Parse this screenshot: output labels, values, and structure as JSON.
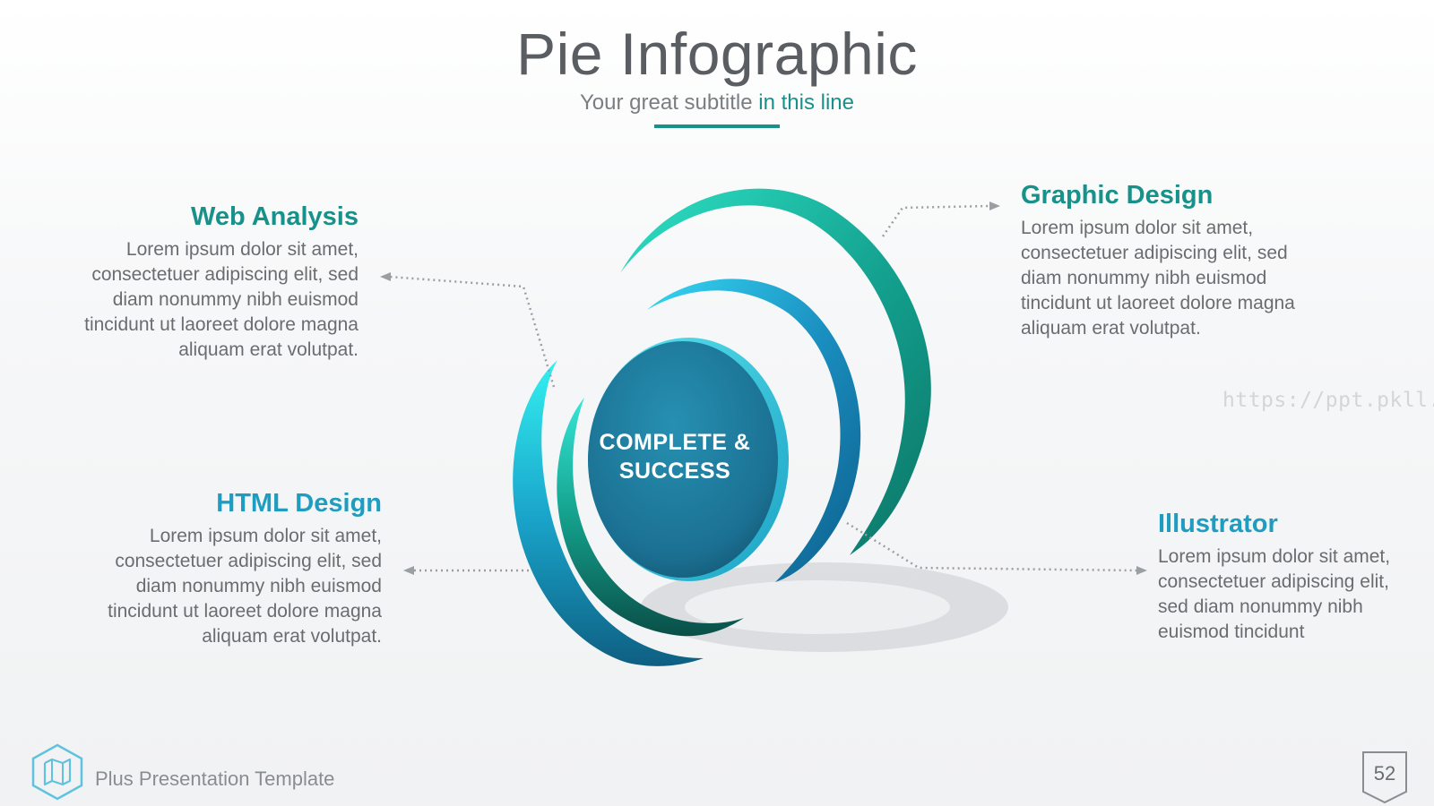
{
  "slide": {
    "title": "Pie Infographic",
    "subtitle_prefix": "Your great subtitle",
    "subtitle_accent": "in this line",
    "center_label_line1": "COMPLETE &",
    "center_label_line2": "SUCCESS",
    "watermark": "https://ppt.pkll.de"
  },
  "items": {
    "web_analysis": {
      "heading": "Web Analysis",
      "lines": [
        "Lorem ipsum dolor sit amet,",
        "consectetuer adipiscing elit, sed",
        "diam nonummy nibh euismod",
        "tincidunt ut laoreet dolore magna",
        "aliquam erat volutpat."
      ]
    },
    "html_design": {
      "heading": "HTML Design",
      "lines": [
        "Lorem ipsum dolor sit amet,",
        "consectetuer adipiscing elit, sed",
        "diam nonummy nibh euismod",
        "tincidunt ut laoreet dolore magna",
        "aliquam erat volutpat."
      ]
    },
    "graphic_design": {
      "heading": "Graphic Design",
      "lines": [
        "Lorem ipsum dolor sit amet,",
        "consectetuer adipiscing elit, sed",
        "diam nonummy nibh euismod",
        "tincidunt ut laoreet dolore magna",
        "aliquam erat volutpat."
      ]
    },
    "illustrator": {
      "heading": "Illustrator",
      "lines": [
        "Lorem ipsum dolor sit amet,",
        "consectetuer adipiscing elit,",
        "sed diam nonummy nibh",
        "euismod tincidunt"
      ]
    }
  },
  "footer": {
    "template_name": "Plus Presentation Template",
    "page_number": "52"
  },
  "colors": {
    "accent_teal": "#18918a",
    "accent_blue": "#1e9dc0",
    "center_disc": "#1f7f9f"
  },
  "icons": {
    "footer_logo": "map-icon"
  }
}
